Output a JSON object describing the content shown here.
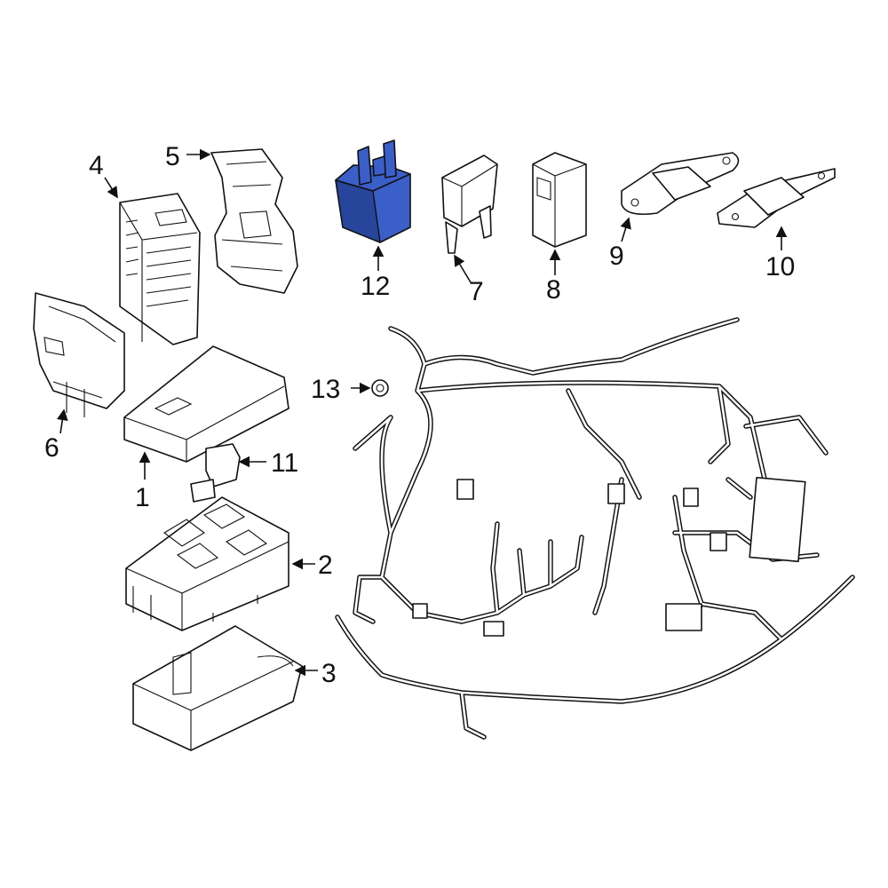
{
  "colors": {
    "highlight": "#3a5fc8",
    "line": "#111111",
    "background": "#ffffff"
  },
  "callouts": [
    {
      "id": "1",
      "text": "1"
    },
    {
      "id": "2",
      "text": "2"
    },
    {
      "id": "3",
      "text": "3"
    },
    {
      "id": "4",
      "text": "4"
    },
    {
      "id": "5",
      "text": "5"
    },
    {
      "id": "6",
      "text": "6"
    },
    {
      "id": "7",
      "text": "7"
    },
    {
      "id": "8",
      "text": "8"
    },
    {
      "id": "9",
      "text": "9"
    },
    {
      "id": "10",
      "text": "10"
    },
    {
      "id": "11",
      "text": "11"
    },
    {
      "id": "12",
      "text": "12"
    },
    {
      "id": "13",
      "text": "13"
    }
  ],
  "highlighted_part": "12"
}
